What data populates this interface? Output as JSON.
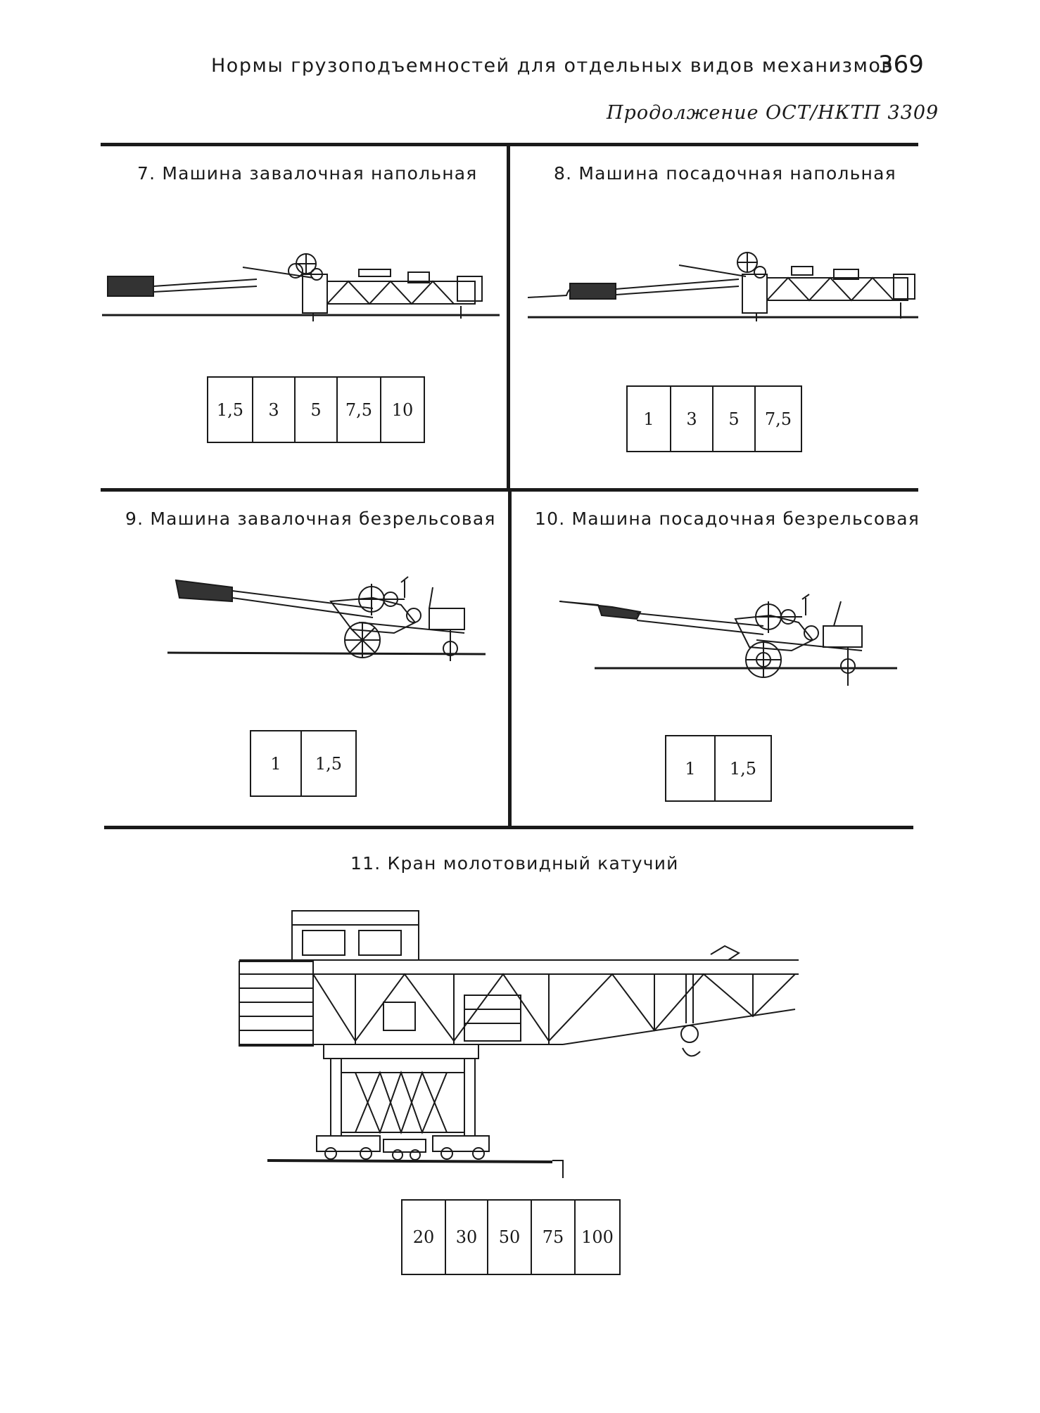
{
  "header": {
    "title": "Нормы грузоподъемностей для отдельных видов механизмов",
    "page_number": "369",
    "subtitle": "Продолжение ОСТ/НКТП 3309"
  },
  "sections": [
    {
      "title": "7. Машина завалочная напольная",
      "values": [
        "1,5",
        "3",
        "5",
        "7,5",
        "10"
      ]
    },
    {
      "title": "8. Машина посадочная напольная",
      "values": [
        "1",
        "3",
        "5",
        "7,5"
      ]
    },
    {
      "title": "9. Машина завалочная безрельсовая",
      "values": [
        "1",
        "1,5"
      ]
    },
    {
      "title": "10. Машина посадочная безрельсовая",
      "values": [
        "1",
        "1,5"
      ]
    },
    {
      "title": "11. Кран молотовидный катучий",
      "values": [
        "20",
        "30",
        "50",
        "75",
        "100"
      ]
    }
  ]
}
